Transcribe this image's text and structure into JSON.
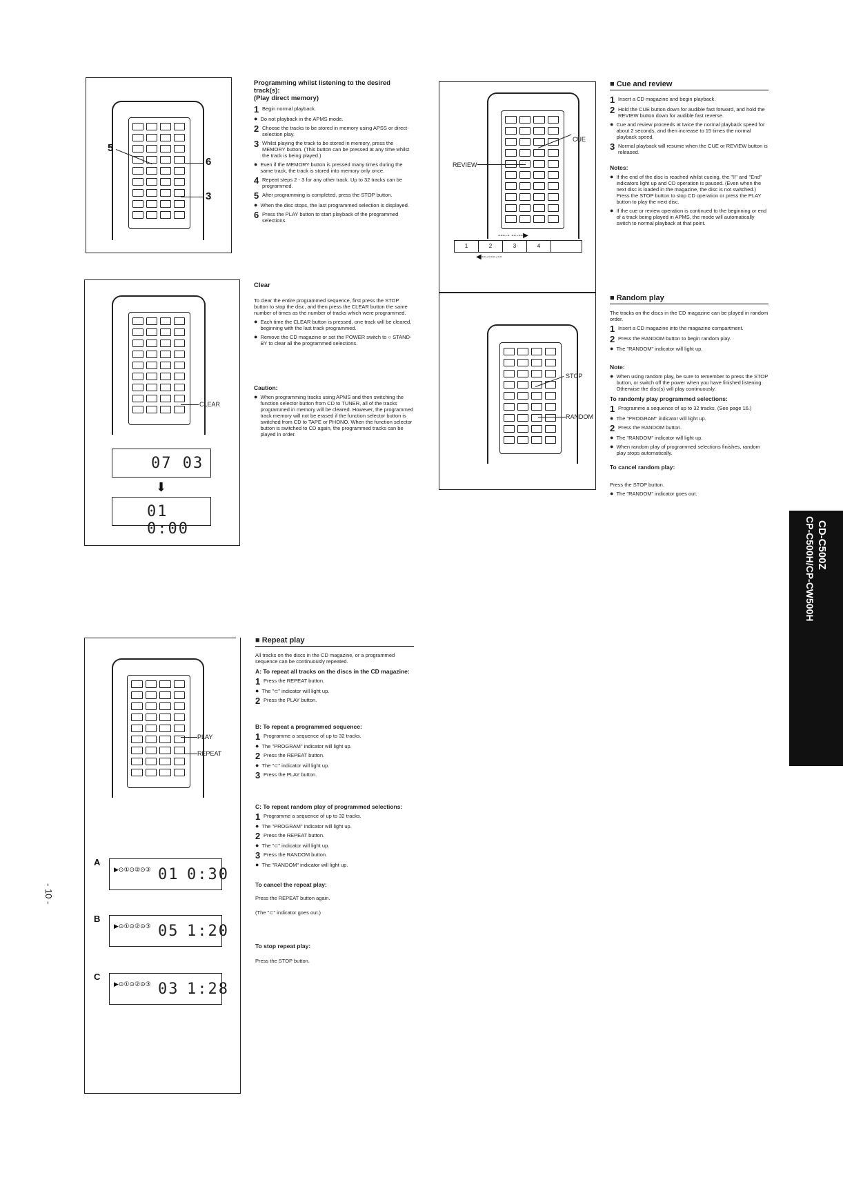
{
  "page_number": "- 10 -",
  "side_tab": {
    "line1": "CD-C500Z",
    "line2": "CP-C500H/CP-CW500H"
  },
  "program": {
    "title": "Programming whilst listening to the desired track(s):",
    "subtitle": "(Play direct memory)",
    "items": [
      {
        "n": "1",
        "t": "Begin normal playback."
      },
      {
        "b": true,
        "t": "Do not playback in the APMS mode."
      },
      {
        "n": "2",
        "t": "Choose the tracks to be stored in memory using APSS or direct-selection play."
      },
      {
        "n": "3",
        "t": "Whilst playing the track to be stored in memory, press the MEMORY button. (This button can be pressed at any time whilst the track is being played.)"
      },
      {
        "b": true,
        "t": "Even if the MEMORY button is pressed many times during the same track, the track is stored into memory only once."
      },
      {
        "n": "4",
        "t": "Repeat steps 2 - 3 for any other track. Up to 32 tracks can be programmed."
      },
      {
        "n": "5",
        "t": "After programming is completed, press the STOP button."
      },
      {
        "b": true,
        "t": "When the disc stops, the last programmed selection is displayed."
      },
      {
        "n": "6",
        "t": "Press the PLAY button to start playback of the programmed selections."
      }
    ],
    "callouts": [
      "5",
      "6",
      "3"
    ]
  },
  "clear": {
    "title": "Clear",
    "intro": "To clear the entire programmed sequence, first press the STOP button to stop the disc, and then press the CLEAR button the same number of times as the number of tracks which were programmed.",
    "bullets": [
      "Each time the CLEAR button is pressed, one track will be cleared, beginning with the last track programmed.",
      "Remove the CD magazine or set the POWER switch to ○ STAND-BY to clear all the programmed selections."
    ],
    "caution_title": "Caution:",
    "caution": "When programming tracks using APMS and then switching the function selector button from CD to TUNER, all of the tracks programmed in memory will be cleared. However, the programmed track memory will not be erased if the function selector button is switched from CD to TAPE or PHONO. When the function selector button is switched to CD again, the programmed tracks can be played in order.",
    "label": "CLEAR",
    "lcd1": "07 03",
    "lcd2": "01 0:00"
  },
  "cue": {
    "title": "Cue and review",
    "items": [
      {
        "n": "1",
        "t": "Insert a CD magazine and begin playback."
      },
      {
        "n": "2",
        "t": "Hold the CUE button down for audible fast forward, and hold the REVIEW button down for audible fast reverse."
      },
      {
        "b": true,
        "t": "Cue and review proceeds at twice the normal playback speed for about 2 seconds, and then increase to 15 times the normal playback speed."
      },
      {
        "n": "3",
        "t": "Normal playback will resume when the CUE or REVIEW button is released."
      }
    ],
    "notes_title": "Notes:",
    "notes": [
      "If the end of the disc is reached whilst cueing, the \"II\" and \"End\" indicators light up and CD operation is paused. (Even when the next disc is loaded in the magazine, the disc is not switched.) Press the STOP button to stop CD operation or press the PLAY button to play the next disc.",
      "If the cue or review operation is continued to the beginning or end of a track being played in APMS, the mode will automatically switch to normal playback at that point."
    ],
    "label_cue": "CUE",
    "label_review": "REVIEW",
    "tracks": [
      "1",
      "2",
      "3",
      "4"
    ]
  },
  "random": {
    "title": "Random play",
    "intro": "The tracks on the discs in the CD magazine can be played in random order.",
    "items": [
      {
        "n": "1",
        "t": "Insert a CD magazine into the magazine compartment."
      },
      {
        "n": "2",
        "t": "Press the RANDOM button to begin random play."
      },
      {
        "b": true,
        "t": "The \"RANDOM\" indicator will light up."
      }
    ],
    "note_title": "Note:",
    "note": "When using random play, be sure to remember to press the STOP button, or switch off the power when you have finished listening. Otherwise the disc(s) will play continuously.",
    "prog_title": "To randomly play programmed selections:",
    "prog_items": [
      {
        "n": "1",
        "t": "Programme a sequence of up to 32 tracks. (See page 16.)"
      },
      {
        "b": true,
        "t": "The \"PROGRAM\" indicator will light up."
      },
      {
        "n": "2",
        "t": "Press the RANDOM button."
      },
      {
        "b": true,
        "t": "The \"RANDOM\" indicator will light up."
      },
      {
        "b": true,
        "t": "When random play of programmed selections finishes, random play stops automatically."
      }
    ],
    "cancel_title": "To cancel random play:",
    "cancel_text": "Press the STOP button.",
    "cancel_bullet": "The \"RANDOM\" indicator goes out.",
    "label_stop": "STOP",
    "label_random": "RANDOM"
  },
  "repeat": {
    "title": "Repeat play",
    "intro": "All tracks on the discs in the CD magazine, or a programmed sequence can be continuously repeated.",
    "a_title": "A: To repeat all tracks on the discs in the CD magazine:",
    "a_items": [
      {
        "n": "1",
        "t": "Press the REPEAT button."
      },
      {
        "b": true,
        "t": "The \"⊂\" indicator will light up."
      },
      {
        "n": "2",
        "t": "Press the PLAY button."
      }
    ],
    "b_title": "B: To repeat a programmed sequence:",
    "b_items": [
      {
        "n": "1",
        "t": "Programme a sequence of up to 32 tracks."
      },
      {
        "b": true,
        "t": "The \"PROGRAM\" indicator will light up."
      },
      {
        "n": "2",
        "t": "Press the REPEAT button."
      },
      {
        "b": true,
        "t": "The \"⊂\" indicator will light up."
      },
      {
        "n": "3",
        "t": "Press the PLAY button."
      }
    ],
    "c_title": "C: To repeat random play of programmed selections:",
    "c_items": [
      {
        "n": "1",
        "t": "Programme a sequence of up to 32 tracks."
      },
      {
        "b": true,
        "t": "The \"PROGRAM\" indicator will light up."
      },
      {
        "n": "2",
        "t": "Press the REPEAT button."
      },
      {
        "b": true,
        "t": "The \"⊂\" indicator will light up."
      },
      {
        "n": "3",
        "t": "Press the RANDOM button."
      },
      {
        "b": true,
        "t": "The \"RANDOM\" indicator will light up."
      }
    ],
    "cancel_title": "To cancel the repeat play:",
    "cancel_text": "Press the REPEAT button again.",
    "cancel_note": "(The \"⊂\" indicator goes out.)",
    "stop_title": "To stop repeat play:",
    "stop_text": "Press the STOP button.",
    "label_play": "PLAY",
    "label_repeat": "REPEAT",
    "panels": [
      {
        "letter": "A",
        "track": "01",
        "time": "0:30"
      },
      {
        "letter": "B",
        "track": "05",
        "time": "1:20"
      },
      {
        "letter": "C",
        "track": "03",
        "time": "1:28"
      }
    ]
  }
}
